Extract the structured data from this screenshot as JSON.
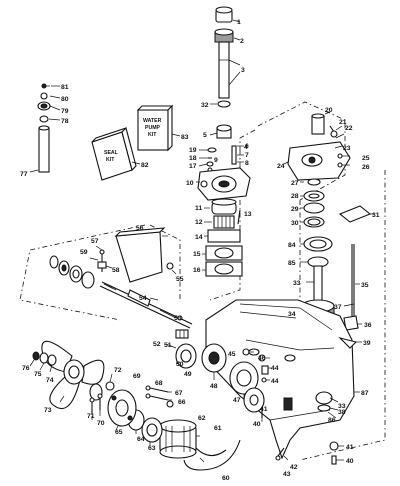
{
  "callouts": [
    {
      "id": "c1",
      "text": "1"
    },
    {
      "id": "c2",
      "text": "2"
    },
    {
      "id": "c3",
      "text": "3"
    },
    {
      "id": "c4",
      "text": "4"
    },
    {
      "id": "c5",
      "text": "5"
    },
    {
      "id": "c6",
      "text": "6"
    },
    {
      "id": "c7",
      "text": "7"
    },
    {
      "id": "c8",
      "text": "8"
    },
    {
      "id": "c9",
      "text": "9"
    },
    {
      "id": "c10",
      "text": "10"
    },
    {
      "id": "c11",
      "text": "11"
    },
    {
      "id": "c12",
      "text": "12"
    },
    {
      "id": "c13",
      "text": "13"
    },
    {
      "id": "c14",
      "text": "14"
    },
    {
      "id": "c15",
      "text": "15"
    },
    {
      "id": "c16",
      "text": "16"
    },
    {
      "id": "c17",
      "text": "17"
    },
    {
      "id": "c18",
      "text": "18"
    },
    {
      "id": "c19",
      "text": "19"
    },
    {
      "id": "c20",
      "text": "20"
    },
    {
      "id": "c21",
      "text": "21"
    },
    {
      "id": "c22",
      "text": "22"
    },
    {
      "id": "c23",
      "text": "23"
    },
    {
      "id": "c24",
      "text": "24"
    },
    {
      "id": "c25",
      "text": "25"
    },
    {
      "id": "c26",
      "text": "26"
    },
    {
      "id": "c27",
      "text": "27"
    },
    {
      "id": "c28",
      "text": "28"
    },
    {
      "id": "c29",
      "text": "29"
    },
    {
      "id": "c30",
      "text": "30"
    },
    {
      "id": "c31",
      "text": "31"
    },
    {
      "id": "c32",
      "text": "32"
    },
    {
      "id": "c33a",
      "text": "33"
    },
    {
      "id": "c33b",
      "text": "33"
    },
    {
      "id": "c34",
      "text": "34"
    },
    {
      "id": "c35",
      "text": "35"
    },
    {
      "id": "c36",
      "text": "36"
    },
    {
      "id": "c37",
      "text": "37"
    },
    {
      "id": "c38",
      "text": "38"
    },
    {
      "id": "c39",
      "text": "39"
    },
    {
      "id": "c40a",
      "text": "40"
    },
    {
      "id": "c40b",
      "text": "40"
    },
    {
      "id": "c41a",
      "text": "41"
    },
    {
      "id": "c41b",
      "text": "41"
    },
    {
      "id": "c42",
      "text": "42"
    },
    {
      "id": "c43",
      "text": "43"
    },
    {
      "id": "c44a",
      "text": "44"
    },
    {
      "id": "c44b",
      "text": "44"
    },
    {
      "id": "c45",
      "text": "45"
    },
    {
      "id": "c46",
      "text": "46"
    },
    {
      "id": "c47",
      "text": "47"
    },
    {
      "id": "c48",
      "text": "48"
    },
    {
      "id": "c49",
      "text": "49"
    },
    {
      "id": "c50",
      "text": "50"
    },
    {
      "id": "c51",
      "text": "51"
    },
    {
      "id": "c52",
      "text": "52"
    },
    {
      "id": "c53",
      "text": "53"
    },
    {
      "id": "c54",
      "text": "54"
    },
    {
      "id": "c55",
      "text": "55"
    },
    {
      "id": "c56",
      "text": "56"
    },
    {
      "id": "c57",
      "text": "57"
    },
    {
      "id": "c58",
      "text": "58"
    },
    {
      "id": "c59",
      "text": "59"
    },
    {
      "id": "c60",
      "text": "60"
    },
    {
      "id": "c61",
      "text": "61"
    },
    {
      "id": "c62",
      "text": "62"
    },
    {
      "id": "c63",
      "text": "63"
    },
    {
      "id": "c64",
      "text": "64"
    },
    {
      "id": "c65",
      "text": "65"
    },
    {
      "id": "c66",
      "text": "66"
    },
    {
      "id": "c67",
      "text": "67"
    },
    {
      "id": "c68",
      "text": "68"
    },
    {
      "id": "c69",
      "text": "69"
    },
    {
      "id": "c70",
      "text": "70"
    },
    {
      "id": "c71",
      "text": "71"
    },
    {
      "id": "c72",
      "text": "72"
    },
    {
      "id": "c73",
      "text": "73"
    },
    {
      "id": "c74",
      "text": "74"
    },
    {
      "id": "c75",
      "text": "75"
    },
    {
      "id": "c76",
      "text": "76"
    },
    {
      "id": "c77",
      "text": "77"
    },
    {
      "id": "c78",
      "text": "78"
    },
    {
      "id": "c79",
      "text": "79"
    },
    {
      "id": "c80",
      "text": "80"
    },
    {
      "id": "c81",
      "text": "81"
    },
    {
      "id": "c82",
      "text": "82"
    },
    {
      "id": "c83",
      "text": "83"
    },
    {
      "id": "c84",
      "text": "84"
    },
    {
      "id": "c85",
      "text": "85"
    },
    {
      "id": "c86",
      "text": "86"
    },
    {
      "id": "c87",
      "text": "87"
    }
  ],
  "kits": {
    "seal_kit": {
      "line1": "SEAL",
      "line2": "KIT"
    },
    "water_pump_kit": {
      "line1": "WATER",
      "line2": "PUMP",
      "line3": "KIT"
    }
  }
}
